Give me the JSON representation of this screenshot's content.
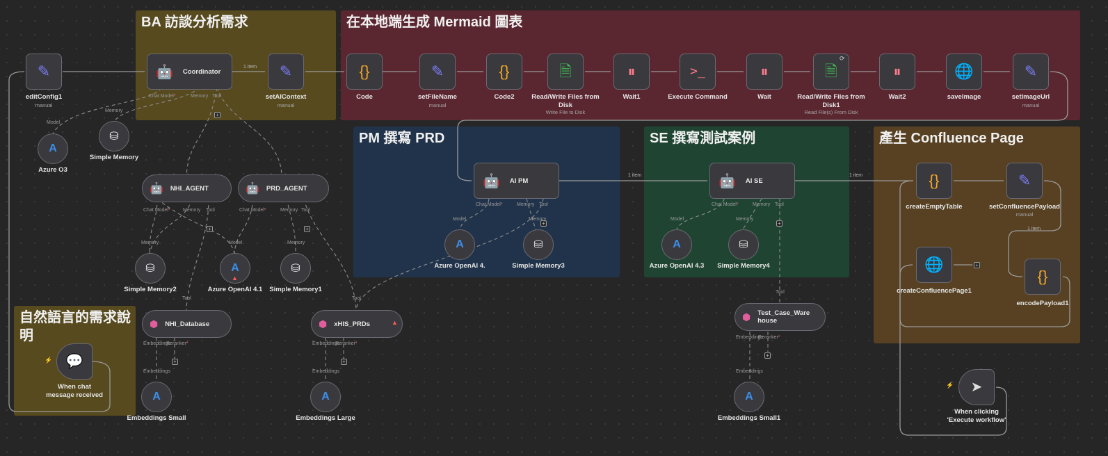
{
  "stickies": {
    "ba": "BA 訪談分析需求",
    "mermaid": "在本地端生成 Mermaid 圖表",
    "pm": "PM 撰寫 PRD",
    "se": "SE 撰寫測試案例",
    "confluence": "產生 Confluence Page",
    "nl": "自然語言的需求說\n明"
  },
  "colors": {
    "ba": "#574a1f",
    "mermaid": "#5a2630",
    "pm": "#21334a",
    "se": "#1f4532",
    "confluence": "#574122",
    "nl": "#574a1f"
  },
  "nodes": {
    "editConfig1": {
      "label": "editConfig1",
      "sub": "manual",
      "icon": "pencil-icon"
    },
    "coordinator": {
      "label": "Coordinator",
      "icon": "robot-icon"
    },
    "setAIContext": {
      "label": "setAIContext",
      "sub": "manual",
      "icon": "pencil-icon"
    },
    "code": {
      "label": "Code",
      "icon": "braces-icon"
    },
    "setFileName": {
      "label": "setFileName",
      "sub": "manual",
      "icon": "pencil-icon"
    },
    "code2": {
      "label": "Code2",
      "icon": "braces-icon"
    },
    "rwWrite": {
      "label": "Read/Write Files from Disk",
      "sub": "Write File to Disk",
      "icon": "file-icon"
    },
    "wait1": {
      "label": "Wait1",
      "icon": "pause-icon"
    },
    "execCmd": {
      "label": "Execute Command",
      "icon": "terminal-icon"
    },
    "wait": {
      "label": "Wait",
      "icon": "pause-icon"
    },
    "rwRead": {
      "label": "Read/Write Files from Disk1",
      "sub": "Read File(s) From Disk",
      "icon": "file-icon"
    },
    "wait2": {
      "label": "Wait2",
      "icon": "pause-icon"
    },
    "saveImage": {
      "label": "saveImage",
      "icon": "globe-icon"
    },
    "setImageUrl": {
      "label": "setImageUrl",
      "sub": "manual",
      "icon": "pencil-icon"
    },
    "aiPM": {
      "label": "AI PM",
      "icon": "robot-icon"
    },
    "aiSE": {
      "label": "AI SE",
      "icon": "robot-icon"
    },
    "createEmptyTable": {
      "label": "createEmptyTable",
      "icon": "braces-icon"
    },
    "setConfluencePayload": {
      "label": "setConfluencePayload",
      "sub": "manual",
      "icon": "pencil-icon"
    },
    "createConfluencePage1": {
      "label": "createConfluencePage1",
      "icon": "globe-icon"
    },
    "encodePayload1": {
      "label": "encodePayload1",
      "icon": "braces-icon"
    },
    "chatTrigger": {
      "label": "When chat message received",
      "icon": "chat-icon"
    },
    "execTrigger": {
      "label": "When clicking 'Execute workflow'",
      "icon": "cursor-icon"
    },
    "nhiAgent": {
      "label": "NHI_AGENT",
      "icon": "robot-icon"
    },
    "prdAgent": {
      "label": "PRD_AGENT",
      "icon": "robot-icon"
    },
    "nhiDatabase": {
      "label": "NHI_Database",
      "icon": "vector-db-icon"
    },
    "xhisPrds": {
      "label": "xHIS_PRDs",
      "icon": "vector-db-icon"
    },
    "testCaseWarehouse": {
      "label": "Test_Case_Warehouse",
      "icon": "vector-db-icon"
    }
  },
  "subnodes": {
    "azureO3": {
      "label": "Azure O3",
      "port": "Model"
    },
    "simpleMemory": {
      "label": "Simple Memory",
      "port": "Memory"
    },
    "simpleMemory2": {
      "label": "Simple Memory2",
      "port": "Memory"
    },
    "azureOpenAI41": {
      "label": "Azure OpenAI 4.1",
      "port": "Model"
    },
    "simpleMemory1": {
      "label": "Simple Memory1",
      "port": "Memory"
    },
    "azureOpenAI4": {
      "label": "Azure OpenAI 4.",
      "port": "Model"
    },
    "simpleMemory3": {
      "label": "Simple Memory3",
      "port": "Memory"
    },
    "azureOpenAI43": {
      "label": "Azure OpenAI 4.3",
      "port": "Model"
    },
    "simpleMemory4": {
      "label": "Simple Memory4",
      "port": "Memory"
    },
    "embSmall": {
      "label": "Embeddings Small",
      "port": "Embeddings"
    },
    "embLarge": {
      "label": "Embeddings Large",
      "port": "Embeddings"
    },
    "embSmall1": {
      "label": "Embeddings Small1",
      "port": "Embeddings"
    }
  },
  "ports": {
    "chatModel": "Chat Model",
    "memory": "Memory",
    "tool": "Tool",
    "embeddings": "Embeddings",
    "reranker": "Reranker",
    "required": "*"
  },
  "edge_labels": {
    "one_item": "1 item"
  }
}
